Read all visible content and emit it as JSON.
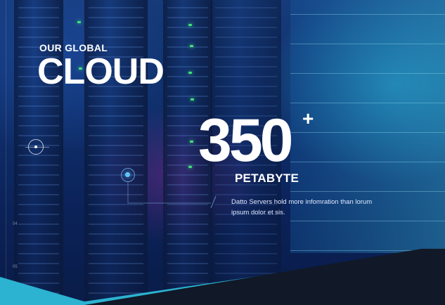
{
  "slide": {
    "eyebrow": "OUR GLOBAL",
    "headline": "CLOUD",
    "stat": {
      "number": "350",
      "suffix": "+",
      "unit": "PETABYTE",
      "description": "Datto Servers hold more infomration than lorum ipsum dolor et sis."
    },
    "steps": [
      "04",
      "05"
    ]
  },
  "colors": {
    "background": "#0f2e6a",
    "accent": "#5fc6ff",
    "led": "#43e27a",
    "text": "#ffffff",
    "footer_dark": "#111827",
    "footer_teal": "#2bb3d1"
  },
  "icons": {
    "timeline_marker": "circle-marker-icon",
    "active_marker": "active-dot-icon"
  }
}
